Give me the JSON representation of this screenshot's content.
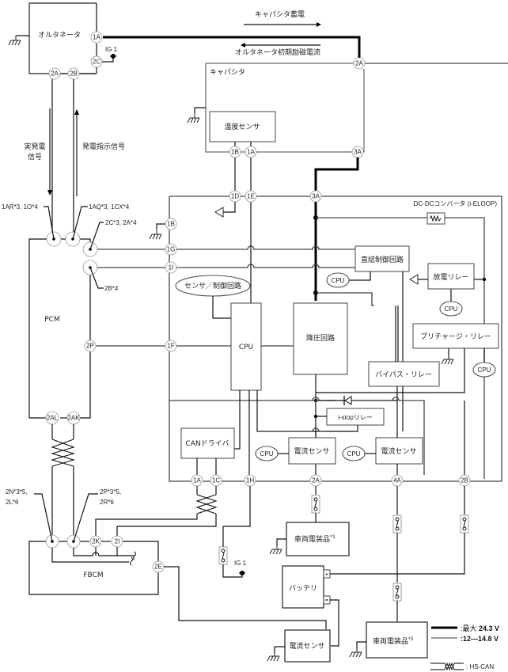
{
  "components": {
    "alternator": "オルタネータ",
    "capacitor": "キャパシタ",
    "temp_sensor": "温度センサ",
    "dcdc": "DC-DCコンバータ (i-ELOOP)",
    "direct_ctrl": "直結制御回路",
    "discharge_relay": "放電リレー",
    "precharge_relay": "プリチャージ・リレー",
    "bypass_relay": "バイパス・リレー",
    "istop_relay": "i-stopリレー",
    "step_down": "降圧回路",
    "cpu_main": "CPU",
    "sensor_ctrl": "センサ／制御回路",
    "can_driver": "CANドライバ",
    "current_sensor_1": "電流センサ",
    "current_sensor_2": "電流センサ",
    "current_sensor_3": "電流センサ",
    "pcm": "PCM",
    "fbcm": "FBCM",
    "battery": "バッテリ",
    "load1": "車両電装品",
    "load1_sup": "*1",
    "load2": "車両電装品",
    "load2_sup": "*2",
    "cpu_label": "CPU"
  },
  "signals": {
    "cap_charge": "キャパシタ蓄電",
    "alt_excitation": "オルタネータ初期励磁電流",
    "actual_gen_1": "実発電",
    "actual_gen_2": "信号",
    "gen_command": "発電指示信号",
    "ig1": "IG 1"
  },
  "pins": {
    "alt_1A": "1A",
    "alt_2C": "2C",
    "alt_2A": "2A",
    "alt_2B": "2B",
    "cap_2A": "2A",
    "cap_1B": "1B",
    "cap_1A": "1A",
    "cap_3A": "3A",
    "dc_1D": "1D",
    "dc_1E": "1E",
    "dc_3A": "3A",
    "dc_1B": "1B",
    "dc_1G": "1G",
    "dc_1I": "1I",
    "dc_1F": "1F",
    "dc_1A": "1A",
    "dc_1C": "1C",
    "dc_1H": "1H",
    "dc_2A": "2A",
    "dc_4A": "4A",
    "dc_2B": "2B",
    "pcm_2P": "2P",
    "pcm_2AL": "2AL",
    "pcm_2AK": "2AK",
    "fbcm_2K": "2K",
    "fbcm_2I": "2I",
    "fbcm_2E": "2E"
  },
  "callouts": {
    "pcm_a": "1AR*3, 1O*4",
    "pcm_b": "1AQ*3, 1CX*4",
    "pcm_c": "2C*3, 2A*4",
    "pcm_d": "2B*4",
    "fbcm_a1": "2N*3*5,",
    "fbcm_a2": "2L*6",
    "fbcm_b1": "2P*3*5,",
    "fbcm_b2": "2R*6"
  },
  "legend": {
    "thick_prefix": ":最大 ",
    "thick_value": "24.3 V",
    "thin_value": ":12—14.8 V",
    "can": ": HS-CAN"
  }
}
